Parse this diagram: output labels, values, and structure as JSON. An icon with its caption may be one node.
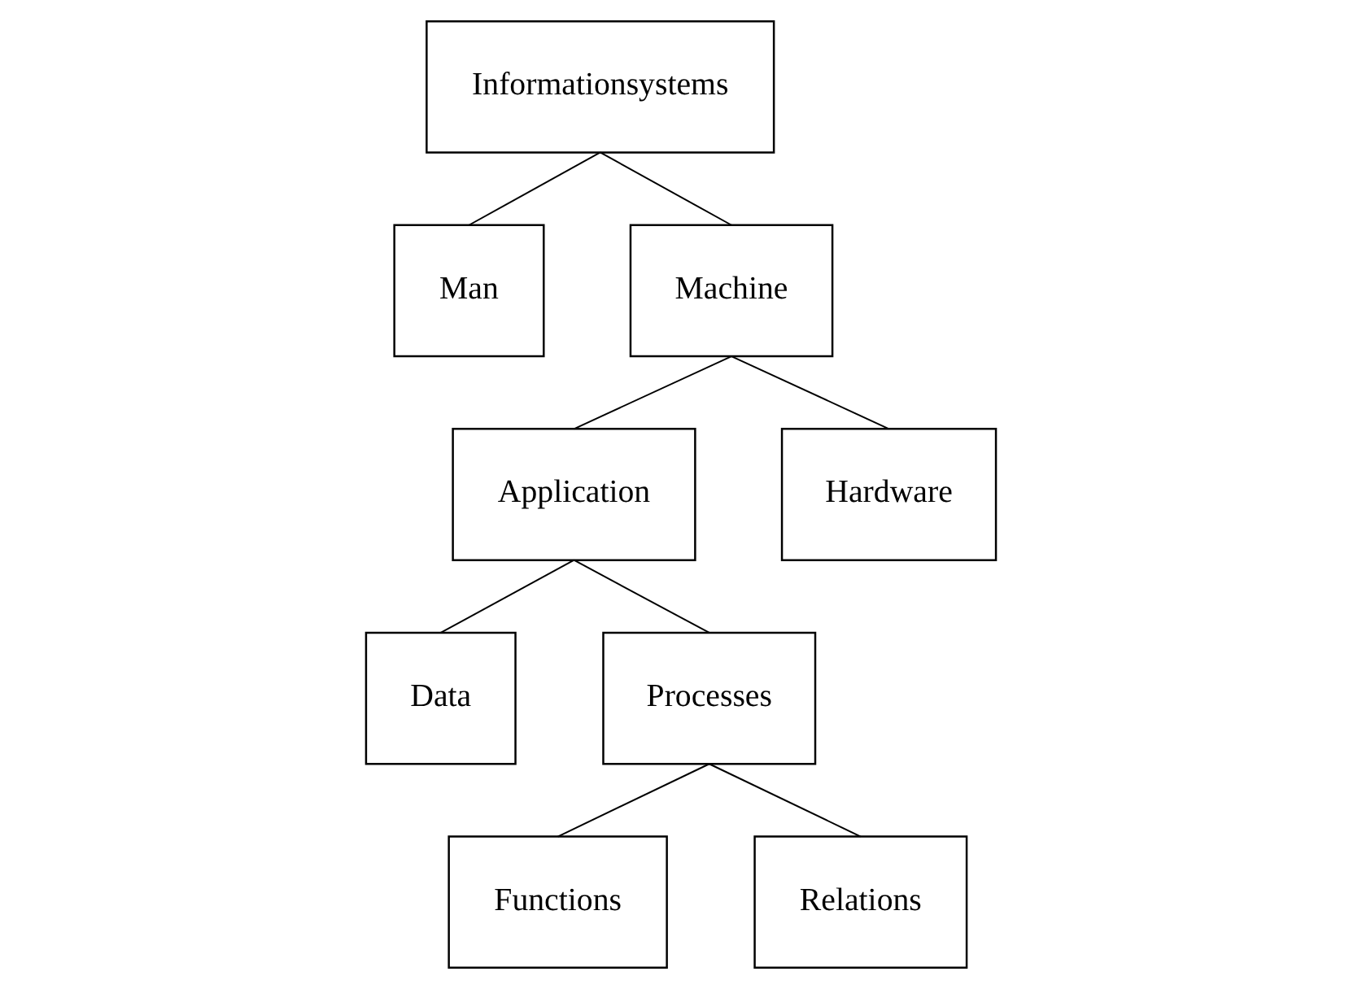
{
  "diagram": {
    "nodes": [
      {
        "text": [
          "Informationsystems"
        ]
      },
      {
        "text": [
          "Man"
        ]
      },
      {
        "text": [
          "Machine"
        ]
      },
      {
        "text": [
          "Application"
        ]
      },
      {
        "text": [
          "Hardware"
        ]
      },
      {
        "text": [
          "Data"
        ]
      },
      {
        "text": [
          "Processes"
        ]
      },
      {
        "text": [
          "Functions"
        ]
      },
      {
        "text": [
          "Relations"
        ]
      }
    ],
    "edges": [
      {
        "from": 0,
        "to": 1,
        "arrow": "none"
      },
      {
        "from": 0,
        "to": 2,
        "arrow": "none"
      },
      {
        "from": 2,
        "to": 3,
        "arrow": "none"
      },
      {
        "from": 2,
        "to": 4,
        "arrow": "none"
      },
      {
        "from": 3,
        "to": 5,
        "arrow": "none"
      },
      {
        "from": 3,
        "to": 6,
        "arrow": "none"
      },
      {
        "from": 6,
        "to": 7,
        "arrow": "none"
      },
      {
        "from": 6,
        "to": 8,
        "arrow": "none"
      }
    ]
  }
}
